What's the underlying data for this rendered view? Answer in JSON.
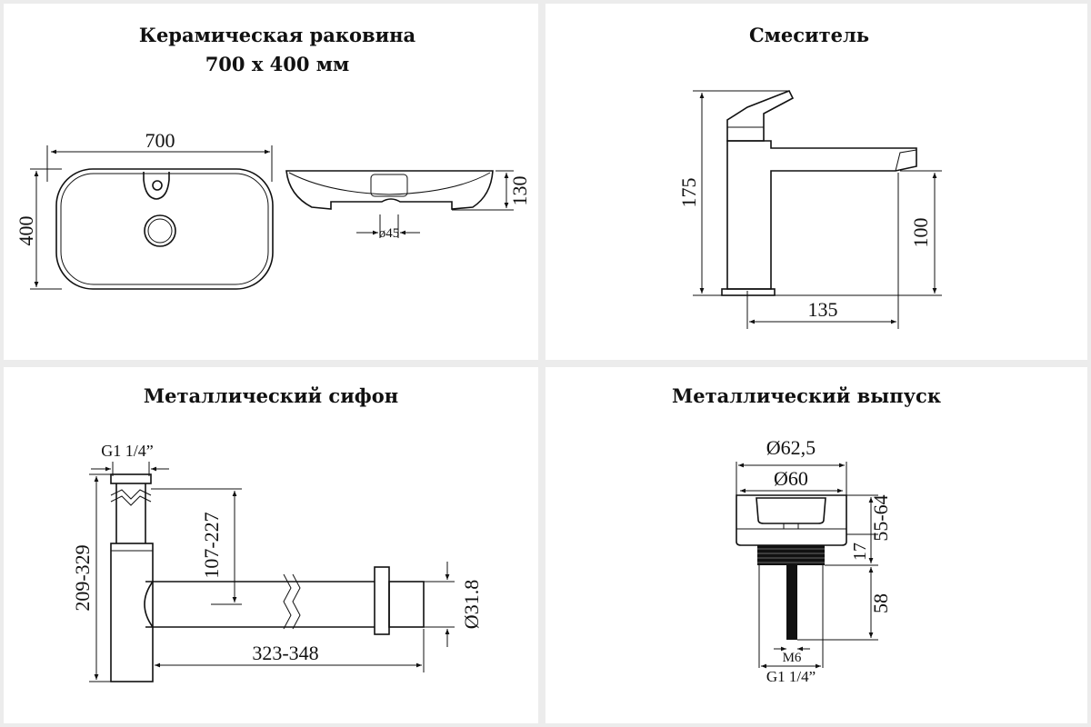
{
  "sink": {
    "title_line1": "Керамическая раковина",
    "title_line2": "700 x 400 мм",
    "width": "700",
    "depth": "400",
    "height": "130",
    "drain": "ø45"
  },
  "faucet": {
    "title": "Смеситель",
    "height": "175",
    "spout_height": "100",
    "spout_reach": "135"
  },
  "siphon": {
    "title": "Металлический сифон",
    "thread": "G1 1/4”",
    "height_range": "209-329",
    "outlet_height": "107-227",
    "length_range": "323-348",
    "pipe_diameter": "Ø31.8"
  },
  "outlet": {
    "title": "Металлический выпуск",
    "outer_diameter": "Ø62,5",
    "inner_diameter": "Ø60",
    "length_range": "55-64",
    "flange": "17",
    "stem": "58",
    "stem_thread": "M6",
    "thread": "G1 1/4”"
  }
}
